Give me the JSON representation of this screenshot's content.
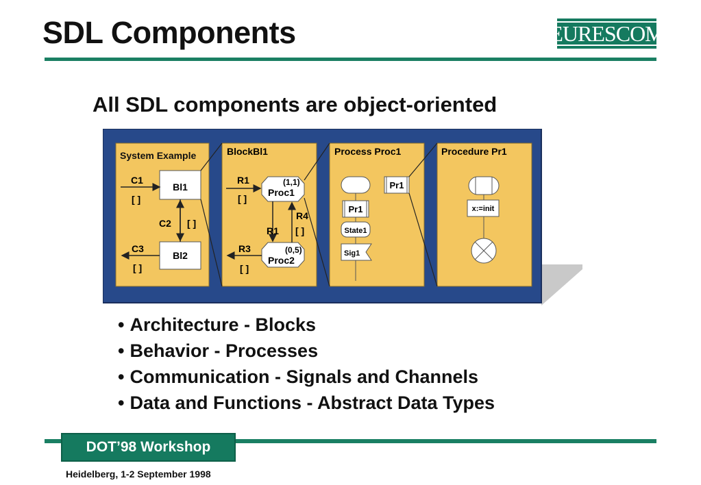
{
  "header": {
    "title": "SDL Components",
    "logo_text": "EURESCOM"
  },
  "subtitle": "All SDL components are object-oriented",
  "diagram": {
    "panel_system": {
      "title": "System Example",
      "block1": "Bl1",
      "block2": "Bl2",
      "c1": "C1",
      "c1_sig": "[  ]",
      "c2": "C2",
      "c2_sig": "[ ]",
      "c3": "C3",
      "c3_sig": "[  ]"
    },
    "panel_block": {
      "title": "BlockBl1",
      "r1_top": "R1",
      "r1_top_sig": "[  ]",
      "proc1_count": "(1,1)",
      "proc1": "Proc1",
      "r4": "R4",
      "r4_sig": "[  ]",
      "r1_mid": "R1",
      "r3": "R3",
      "r3_sig": "[  ]",
      "proc2_count": "(0,5)",
      "proc2": "Proc2"
    },
    "panel_process": {
      "title": "Process Proc1",
      "pr1_ref": "Pr1",
      "pr1_call": "Pr1",
      "state": "State1",
      "signal": "Sig1"
    },
    "panel_procedure": {
      "title": "Procedure Pr1",
      "task": "x:=init"
    }
  },
  "bullets": [
    "Architecture - Blocks",
    "Behavior - Processes",
    "Communication - Signals and Channels",
    "Data and Functions - Abstract Data Types"
  ],
  "footer": {
    "workshop": "DOT’98 Workshop",
    "date": "Heidelberg, 1-2 September 1998"
  },
  "colors": {
    "brand_green": "#157a5f",
    "diagram_navy": "#27498a",
    "panel_gold": "#f3c65f"
  }
}
